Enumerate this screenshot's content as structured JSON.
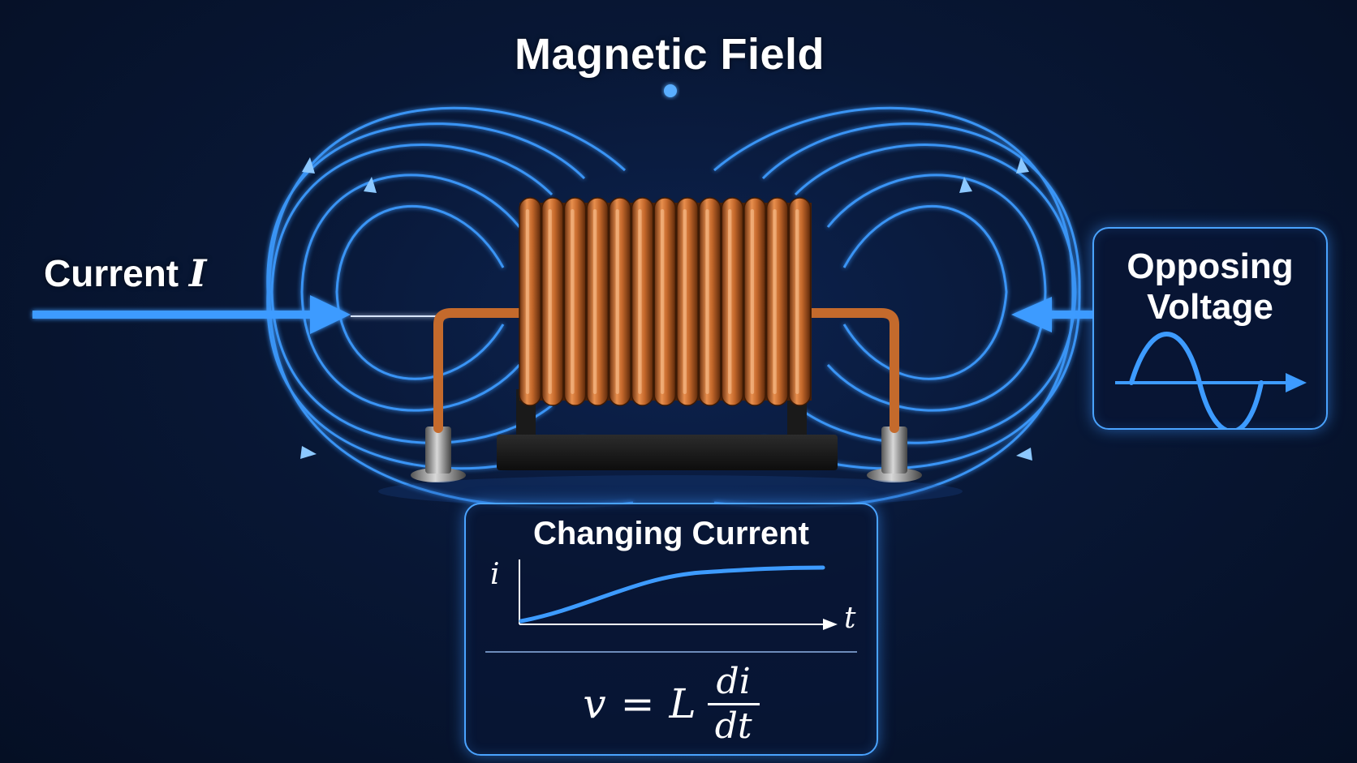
{
  "title": "Magnetic Field",
  "current_label": {
    "text": "Current ",
    "variable": "I"
  },
  "opposing_voltage": {
    "title": "Opposing Voltage",
    "icon": "sine-wave-arrow-icon"
  },
  "changing_current": {
    "title": "Changing Current",
    "y_axis": "i",
    "x_axis": "t",
    "formula": {
      "lhs": "v",
      "equals": "=",
      "coefficient": "L",
      "numerator": "di",
      "denominator": "dt"
    }
  },
  "colors": {
    "background": "#06122a",
    "field_lines": "#3d9bff",
    "copper": "#c46a2c",
    "panel_border": "#4aa3ff",
    "text": "#ffffff"
  }
}
